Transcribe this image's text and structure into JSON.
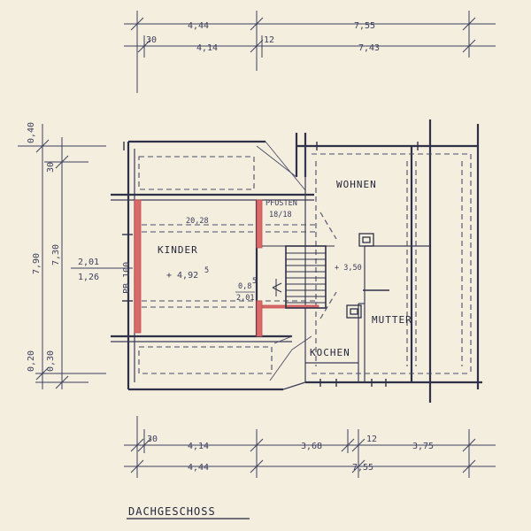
{
  "drawing": {
    "title": "DACHGESCHOSS",
    "rooms": {
      "wohnen": "WOHNEN",
      "kinder": "KINDER",
      "kochen": "KOCHEN",
      "mutter": "MUTTER"
    },
    "notes": {
      "pfosten": "PFOSTEN",
      "pfosten_size": "18/18",
      "kinder_area": "20,28",
      "kinder_level": "+ 4,92",
      "kinder_level_sup": "5",
      "pb": "PB 100",
      "stair_level": "+ 3,50",
      "stair_a": "0,8",
      "stair_a_sup": "5",
      "stair_b": "2,01"
    },
    "dims_top": {
      "row1_left": "4,44",
      "row1_right": "7,55",
      "row2_small_left": "30",
      "row2_left": "4,14",
      "row2_small_mid": "12",
      "row2_right": "7,43"
    },
    "dims_left": {
      "top_small": "0,40",
      "top_inner": "30",
      "total_outer": "7,90",
      "total_inner": "7,30",
      "window_top": "2,01",
      "window_bottom": "1,26",
      "bottom_outer": "0,20",
      "bottom_inner": "0,30"
    },
    "dims_bottom": {
      "row1_small": "30",
      "row1_left": "4,14",
      "row1_mid": "3,68",
      "row1_small_mid": "12",
      "row1_right": "3,75",
      "row2_left": "4,44",
      "row2_right": "7,55"
    }
  }
}
